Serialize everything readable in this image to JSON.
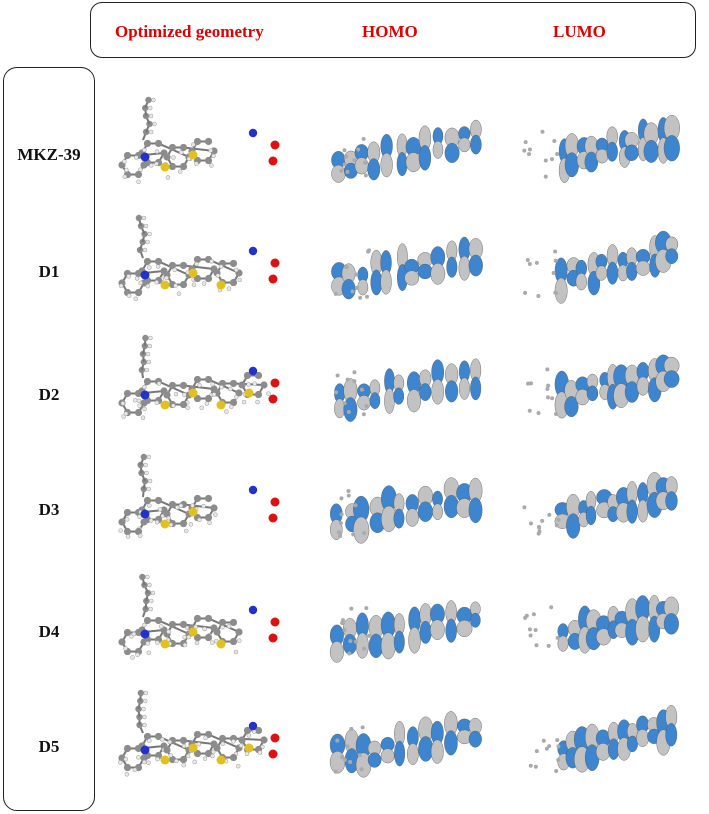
{
  "header": {
    "columns": [
      "Optimized geometry",
      "HOMO",
      "LUMO"
    ]
  },
  "rows": [
    {
      "label": "MKZ-39"
    },
    {
      "label": "D1"
    },
    {
      "label": "D2"
    },
    {
      "label": "D3"
    },
    {
      "label": "D4"
    },
    {
      "label": "D5"
    }
  ],
  "colors": {
    "title": "#e00000",
    "carbon": "#8c8c8c",
    "hydrogen": "#e8e8e8",
    "sulfur": "#e2c020",
    "nitrogen": "#2233cc",
    "oxygen": "#dd1111",
    "orbital_positive": "#3d86cf",
    "orbital_negative": "#c2c2c2"
  }
}
